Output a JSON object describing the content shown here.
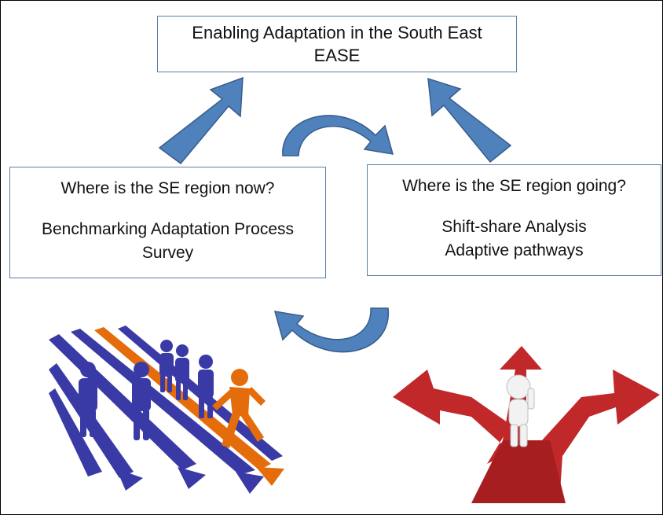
{
  "title_box": {
    "line1": "Enabling Adaptation in the South East",
    "line2": "EASE"
  },
  "left_box": {
    "heading": "Where is the SE region now?",
    "line1": "Benchmarking Adaptation Process",
    "line2": "Survey"
  },
  "right_box": {
    "heading": "Where is the SE region going?",
    "line1": "Shift-share Analysis",
    "line2": "Adaptive pathways"
  },
  "colors": {
    "arrow_fill": "#4f81bd",
    "arrow_stroke": "#385d8a",
    "box_border": "#5b7fa6",
    "runner_blue": "#3a3aa6",
    "runner_orange": "#e46c0a",
    "crossroad_red": "#c0282a"
  }
}
